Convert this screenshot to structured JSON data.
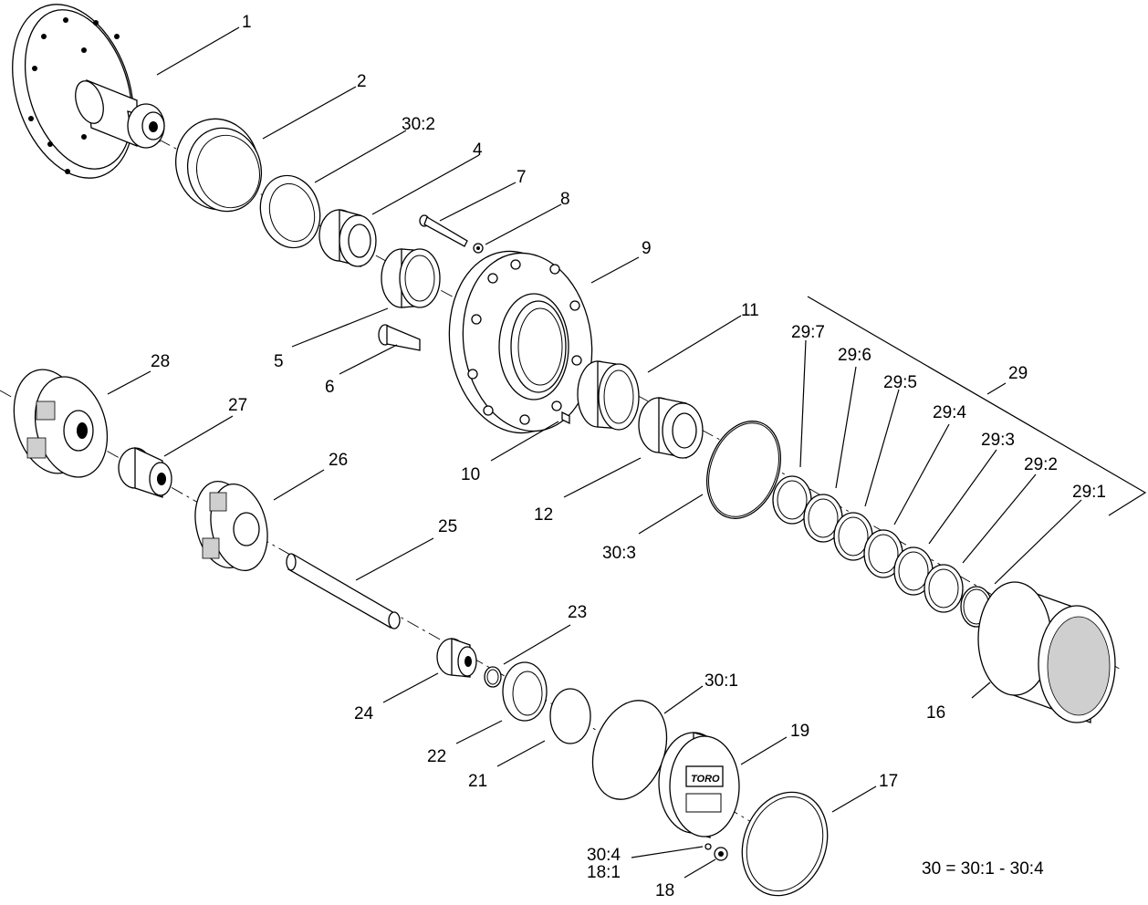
{
  "labels": {
    "l1": "1",
    "l2": "2",
    "l30_2": "30:2",
    "l4": "4",
    "l7": "7",
    "l8": "8",
    "l9": "9",
    "l5": "5",
    "l6": "6",
    "l11": "11",
    "l10": "10",
    "l12": "12",
    "l29": "29",
    "l29_7": "29:7",
    "l29_6": "29:6",
    "l29_5": "29:5",
    "l29_4": "29:4",
    "l29_3": "29:3",
    "l29_2": "29:2",
    "l29_1": "29:1",
    "l28": "28",
    "l27": "27",
    "l26": "26",
    "l25": "25",
    "l30_3": "30:3",
    "l16": "16",
    "l23": "23",
    "l30_1": "30:1",
    "l24": "24",
    "l22": "22",
    "l21": "21",
    "l19": "19",
    "l17": "17",
    "l30_4": "30:4",
    "l18_1": "18:1",
    "l18": "18"
  },
  "legend": "30 = 30:1 - 30:4",
  "logo_text": "TORO"
}
